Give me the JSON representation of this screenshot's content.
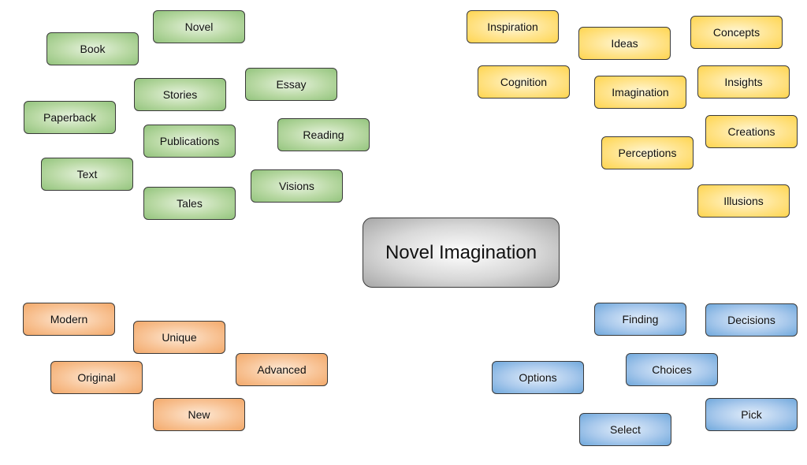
{
  "diagram": {
    "center": {
      "label": "Novel Imagination",
      "color": "#b7b7b7"
    },
    "groups": {
      "green": {
        "color": "#93c47d",
        "labels": [
          "Novel",
          "Book",
          "Essay",
          "Stories",
          "Paperback",
          "Reading",
          "Publications",
          "Text",
          "Visions",
          "Tales"
        ]
      },
      "yellow": {
        "color": "#ffd54f",
        "labels": [
          "Inspiration",
          "Ideas",
          "Concepts",
          "Cognition",
          "Imagination",
          "Insights",
          "Creations",
          "Perceptions",
          "Illusions"
        ]
      },
      "orange": {
        "color": "#f3a96a",
        "labels": [
          "Modern",
          "Unique",
          "Advanced",
          "Original",
          "New"
        ]
      },
      "blue": {
        "color": "#6fa8dc",
        "labels": [
          "Finding",
          "Decisions",
          "Choices",
          "Options",
          "Pick",
          "Select"
        ]
      }
    }
  }
}
